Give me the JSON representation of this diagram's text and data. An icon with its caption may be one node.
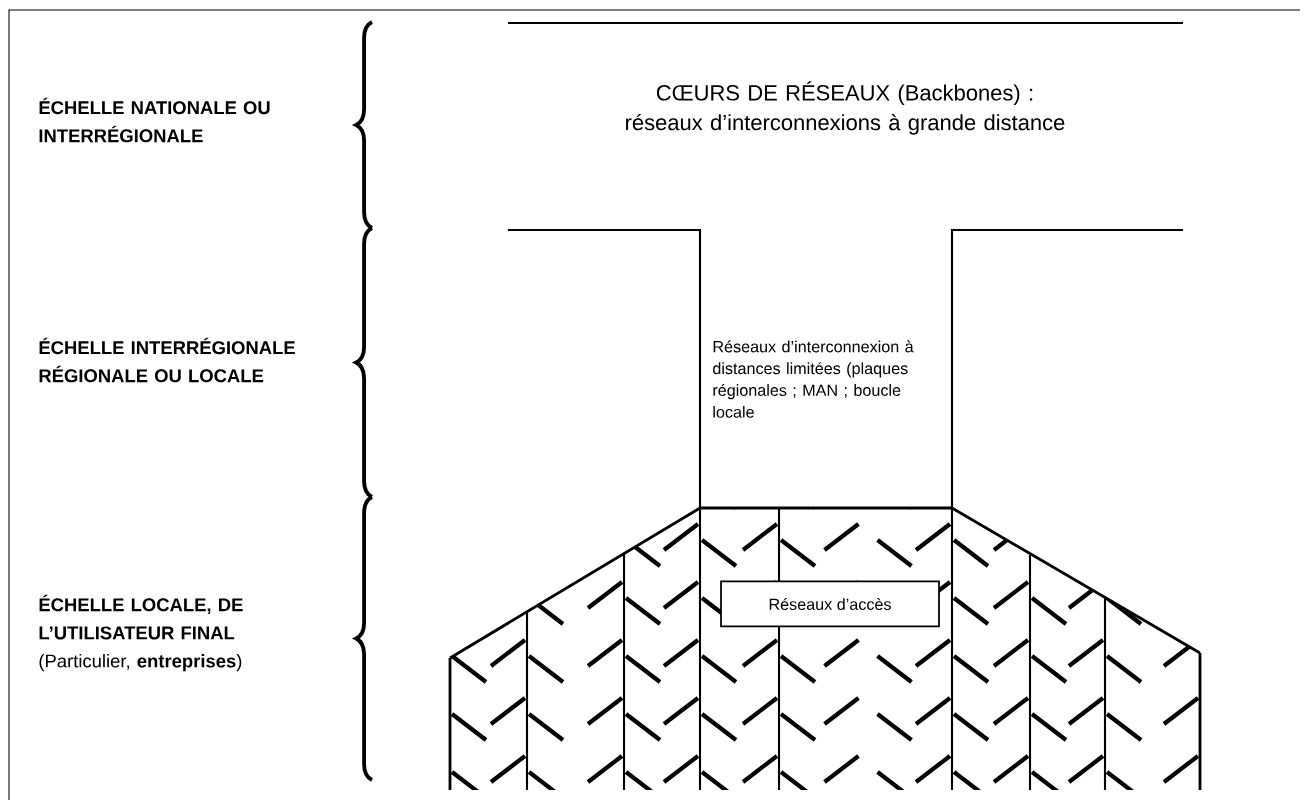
{
  "diagram": {
    "nodes": [
      {
        "text": [
          "CŒURS DE RÉSEAUX (Backbones) :",
          "réseaux d’interconnexions à grande distance"
        ]
      },
      {
        "text": [
          "Réseaux d’interconnexion à distances limitées (plaques régionales ; MAN ; boucle locale"
        ]
      },
      {
        "text": [
          "Réseaux d’accès"
        ]
      }
    ],
    "labels": [
      "ÉCHELLE NATIONALE OU INTERRÉGIONALE",
      "ÉCHELLE INTERRÉGIONALE RÉGIONALE OU LOCALE",
      "**ÉCHELLE LOCALE, DE L’UTILISATEUR FINAL** (Particulier, **entreprises**)"
    ]
  }
}
